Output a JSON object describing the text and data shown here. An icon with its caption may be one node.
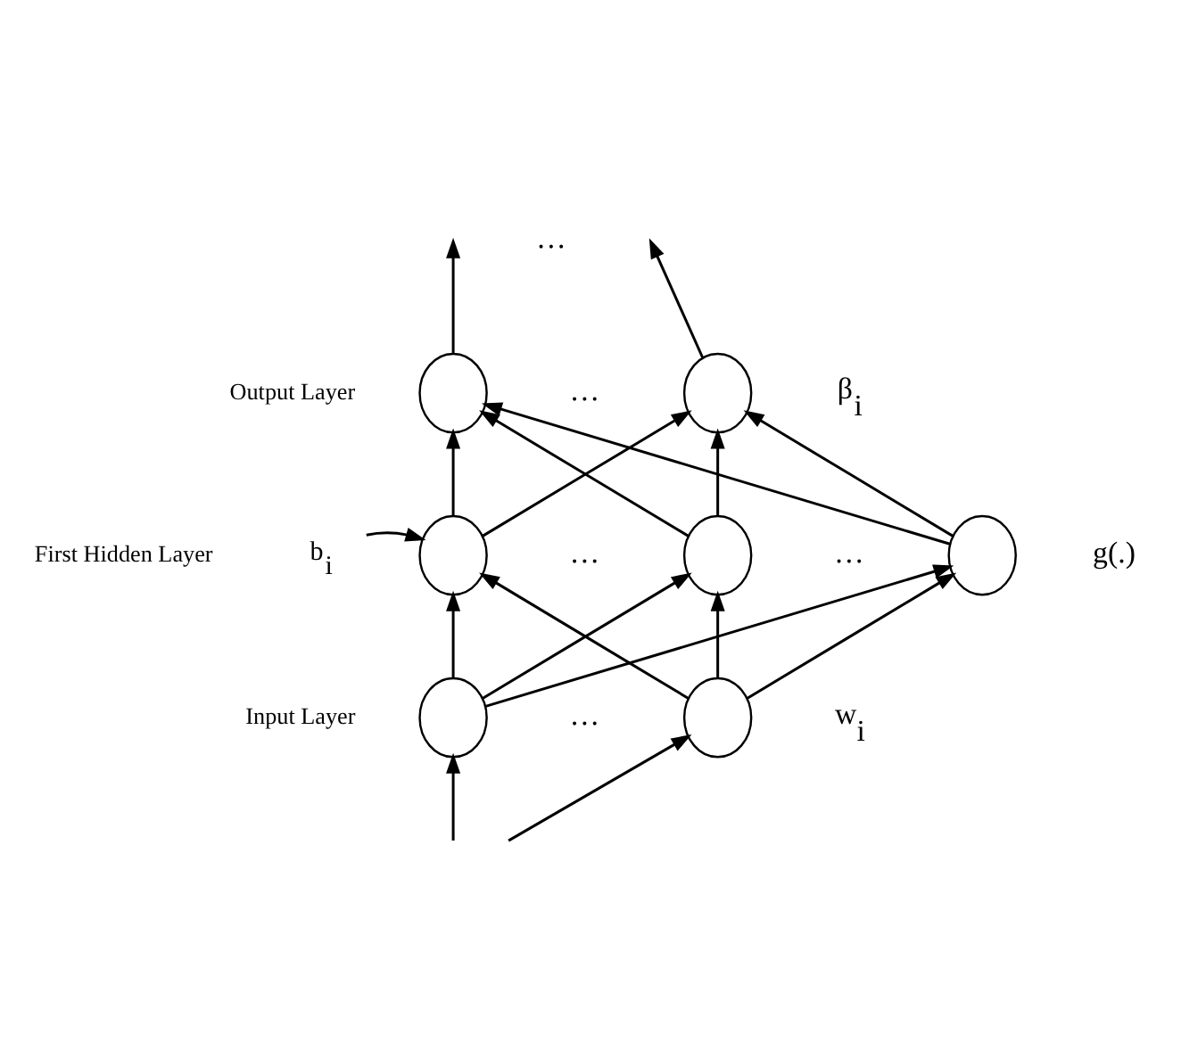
{
  "diagram": {
    "nodes": [
      {
        "text": [],
        "shape": "circle"
      },
      {
        "text": [],
        "shape": "circle"
      },
      {
        "text": [
          "b$_{i}$"
        ]
      },
      {
        "text": [],
        "shape": "circle"
      },
      {
        "text": [],
        "shape": "circle"
      },
      {
        "text": [],
        "shape": "circle",
        "beside": [
          "g(.)"
        ]
      },
      {
        "text": [],
        "shape": "circle"
      },
      {
        "text": [],
        "shape": "circle"
      }
    ],
    "edges": [
      {
        "from": 0,
        "to": null,
        "arrow": "to"
      },
      {
        "from": 1,
        "to": null,
        "arrow": "to"
      },
      {
        "from": 3,
        "to": 0,
        "arrow": "to"
      },
      {
        "from": 3,
        "to": 1,
        "arrow": "to"
      },
      {
        "from": 4,
        "to": 0,
        "arrow": "to"
      },
      {
        "from": 4,
        "to": 1,
        "arrow": "to"
      },
      {
        "from": 5,
        "to": 0,
        "arrow": "to"
      },
      {
        "from": 5,
        "to": 1,
        "arrow": "to"
      },
      {
        "from": 2,
        "to": 3,
        "arrow": "to"
      },
      {
        "from": 6,
        "to": 3,
        "arrow": "to"
      },
      {
        "from": 6,
        "to": 4,
        "arrow": "to"
      },
      {
        "from": 6,
        "to": 5,
        "arrow": "to"
      },
      {
        "from": 7,
        "to": 3,
        "arrow": "to"
      },
      {
        "from": 7,
        "to": 4,
        "arrow": "to"
      },
      {
        "from": 7,
        "to": 5,
        "arrow": "to"
      },
      {
        "from": null,
        "to": 6,
        "arrow": "to"
      },
      {
        "from": null,
        "to": 7,
        "arrow": "to"
      }
    ],
    "labels": [
      "…",
      "Output Layer",
      "…",
      "β$_{i}$",
      "First Hidden Layer",
      "…",
      "…",
      "w$_{i}$",
      "…",
      "Input Layer"
    ]
  }
}
